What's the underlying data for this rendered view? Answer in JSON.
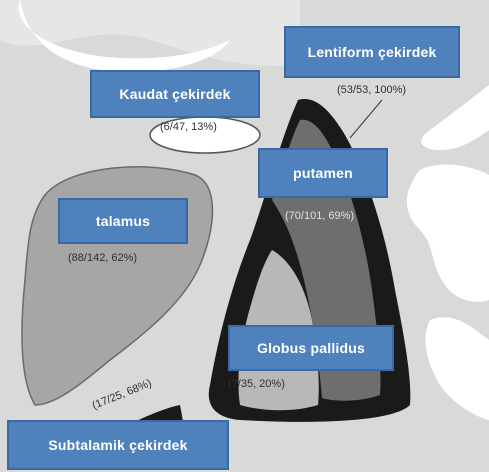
{
  "labels": {
    "lentiform": "Lentiform çekirdek",
    "caudate": "Kaudat çekirdek",
    "putamen": "putamen",
    "thalamus": "talamus",
    "globus": "Globus pallidus",
    "subthalamic": "Subtalamik çekirdek"
  },
  "stats": {
    "lentiform": "(53/53, 100%)",
    "caudate": "(6/47, 13%)",
    "putamen": "(70/101, 69%)",
    "thalamus": "(88/142, 62%)",
    "globus": "(7/35, 20%)",
    "subthalamic": "(17/25, 68%)"
  },
  "colors": {
    "background": "#d9d9d9",
    "white_matter": "#ffffff",
    "thalamus_fill": "#a6a6a6",
    "capsule_fill": "#1a1a1a",
    "putamen_fill": "#6e6e6e",
    "globus_fill": "#b8b8b8",
    "label_box": "#4f81bd"
  }
}
